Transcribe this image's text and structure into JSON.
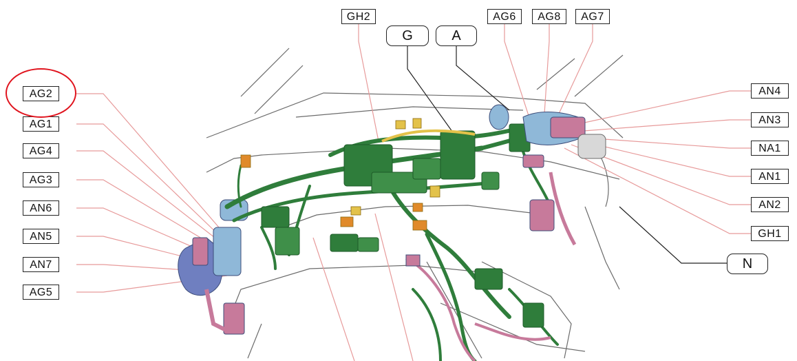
{
  "labels": {
    "gh2": "GH2",
    "g": "G",
    "a": "A",
    "ag6": "AG6",
    "ag8": "AG8",
    "ag7": "AG7",
    "ag2": "AG2",
    "ag1": "AG1",
    "ag4": "AG4",
    "ag3": "AG3",
    "an6": "AN6",
    "an5": "AN5",
    "an7": "AN7",
    "ag5": "AG5",
    "an4": "AN4",
    "an3": "AN3",
    "na1": "NA1",
    "an1": "AN1",
    "an2": "AN2",
    "gh1": "GH1",
    "n": "N"
  },
  "colors": {
    "leader_line": "#e79a9a",
    "pointer_line": "#222222",
    "highlight": "#e0141e",
    "harness_green": "#2f7d3b",
    "harness_green_dark": "#1e5a28",
    "harness_blue": "#8fb8d8",
    "harness_purple": "#6f7fc0",
    "harness_pink": "#c77a9b",
    "harness_yellow": "#e3c24a",
    "harness_orange": "#e08a2a",
    "outline": "#6b6b6b"
  }
}
